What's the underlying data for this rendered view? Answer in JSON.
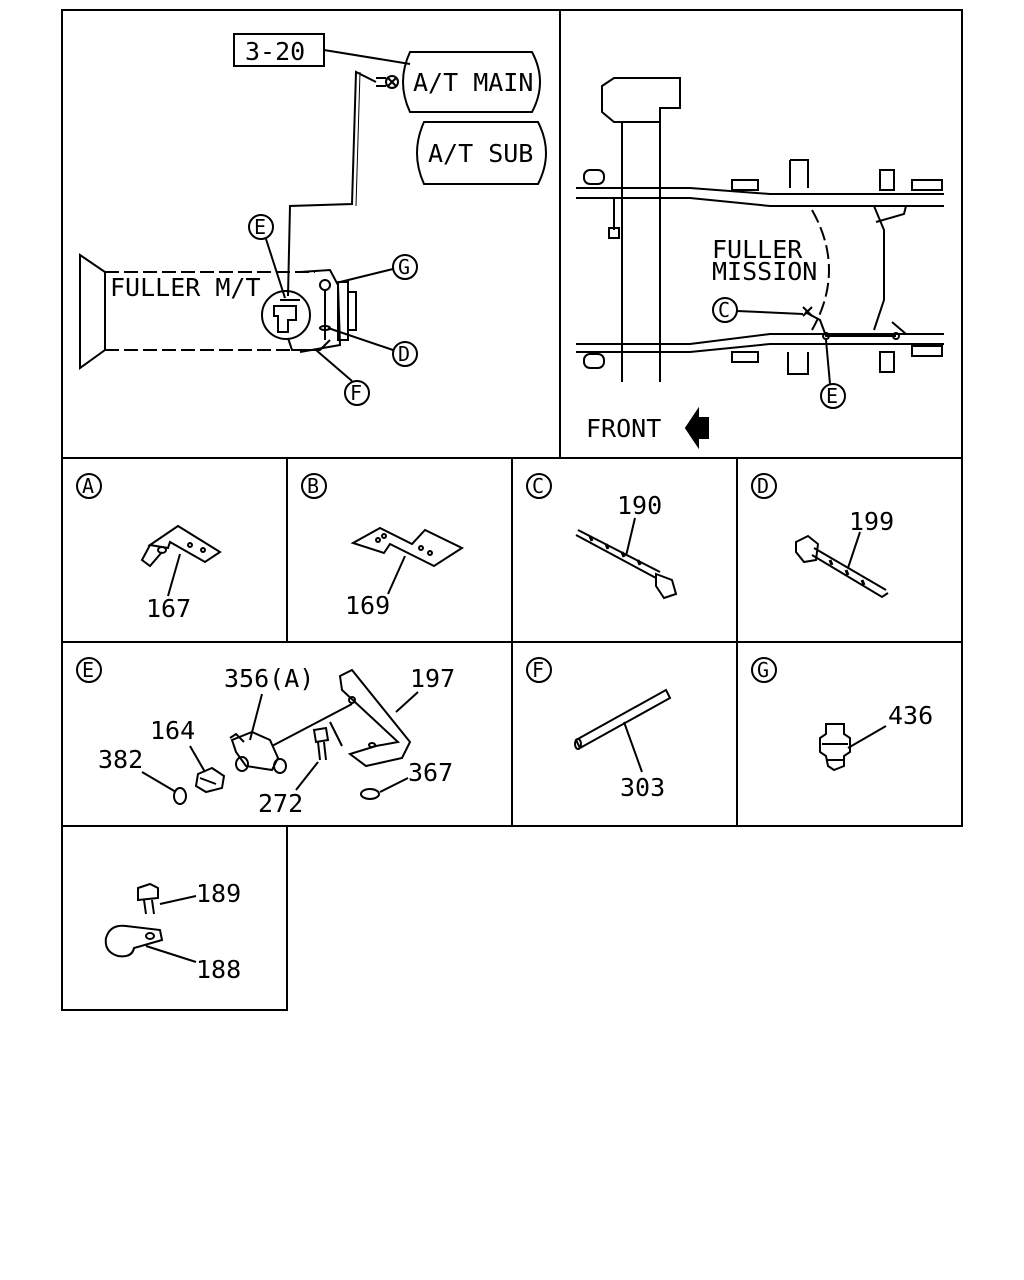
{
  "main_left": {
    "ref": "3-20",
    "at_main": "A/T MAIN",
    "at_sub": "A/T SUB",
    "fuller_mt": "FULLER M/T",
    "callouts": [
      "E",
      "G",
      "D",
      "F"
    ]
  },
  "main_right": {
    "fuller": "FULLER",
    "mission": "MISSION",
    "callouts": [
      "C",
      "E"
    ],
    "front": "FRONT"
  },
  "details": [
    {
      "letter": "A",
      "parts": [
        "167"
      ]
    },
    {
      "letter": "B",
      "parts": [
        "169"
      ]
    },
    {
      "letter": "C",
      "parts": [
        "190"
      ]
    },
    {
      "letter": "D",
      "parts": [
        "199"
      ]
    },
    {
      "letter": "E",
      "parts": [
        "356(A)",
        "197",
        "164",
        "382",
        "272",
        "367"
      ]
    },
    {
      "letter": "F",
      "parts": [
        "303"
      ]
    },
    {
      "letter": "G",
      "parts": [
        "436"
      ]
    },
    {
      "letter": "",
      "parts": [
        "189",
        "188"
      ]
    }
  ]
}
